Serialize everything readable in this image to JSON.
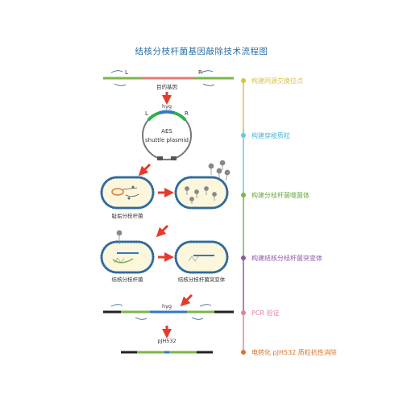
{
  "title": "结核分枝杆菌基因敲除技术流程图",
  "labels": {
    "L_top": "L",
    "R_top": "R",
    "target_gene": "目的基因",
    "hyg_top": "hyg",
    "L_plasmid": "L",
    "R_plasmid": "R",
    "plasmid_line1": "AES",
    "plasmid_line2": "shuttle plasmid",
    "bacteria_smeg": "耻垢分枝杆菌",
    "bacteria_mtb": "结核分枝杆菌",
    "bacteria_mutant": "结核分枝杆菌突变体",
    "hyg_bottom": "hyg",
    "pjh532": "pJH532"
  },
  "steps": [
    {
      "label": "构建同源交换位点",
      "color": "#d8c33c"
    },
    {
      "label": "构建穿梭质粒",
      "color": "#6cc4e0"
    },
    {
      "label": "构建分枝杆菌噬菌体",
      "color": "#7ab648"
    },
    {
      "label": "构建结核分枝杆菌突变体",
      "color": "#8e5aa8"
    },
    {
      "label": "PCR 验证",
      "color": "#e0829a"
    },
    {
      "label": "电转化 pJH532 质粒抗性消除",
      "color": "#d9742b"
    }
  ],
  "colors": {
    "green": "#7ab648",
    "red_segment": "#e07a78",
    "blue": "#2f78c4",
    "arrow": "#e53b2c",
    "cell_border": "#2f6a9e",
    "cell_fill": "#fbf6dc",
    "title": "#2b6fa3"
  }
}
